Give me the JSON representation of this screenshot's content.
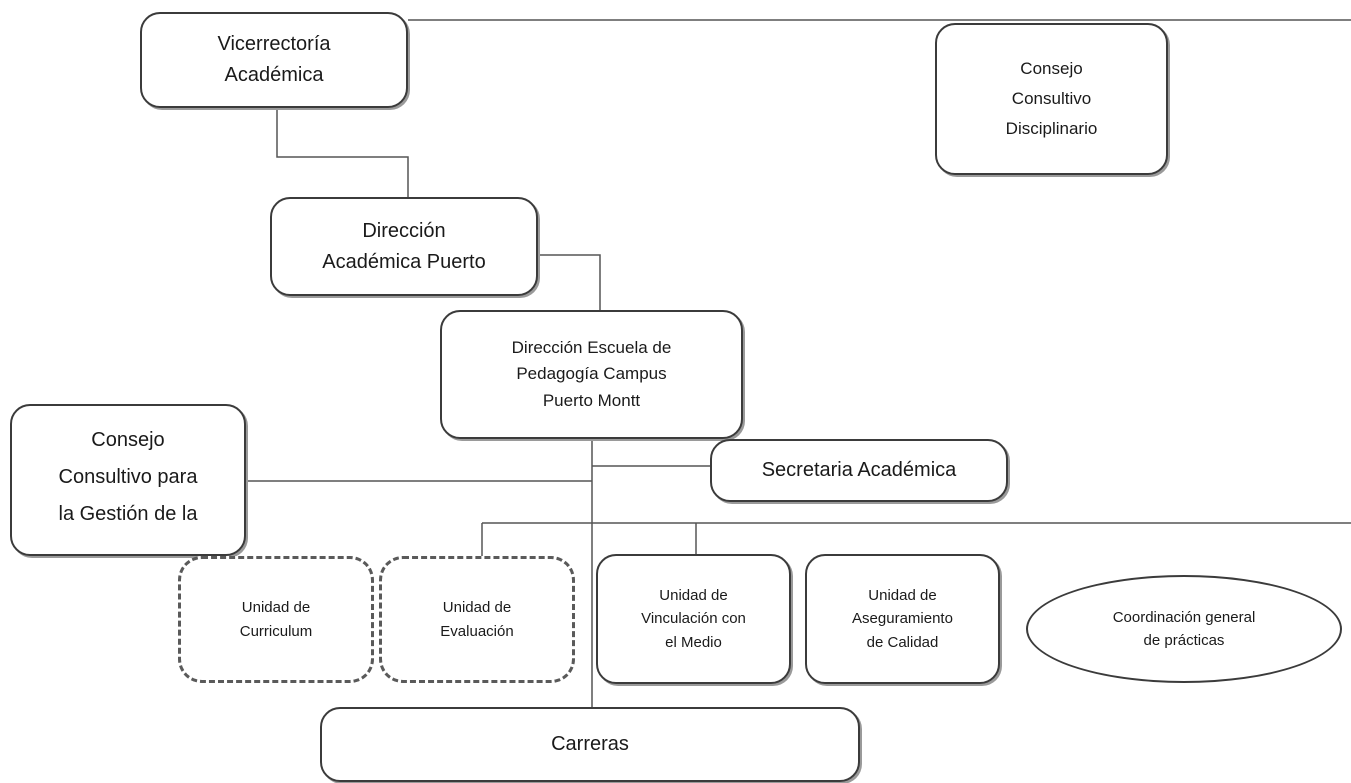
{
  "diagram": {
    "nodes": {
      "vicerrectoria": "Vicerrectoría\nAcadémica",
      "consejo_disciplinario": "Consejo\nConsultivo\nDisciplinario",
      "direccion_academica": "Dirección\nAcadémica Puerto",
      "escuela_pedagogia": "Dirección Escuela de\nPedagogía Campus\nPuerto Montt",
      "consejo_gestion": "Consejo\nConsultivo para\nla Gestión de la",
      "secretaria": "Secretaria Académica",
      "unidad_curriculum": "Unidad de\nCurriculum",
      "unidad_evaluacion": "Unidad de\nEvaluación",
      "unidad_vinculacion": "Unidad de\nVinculación con\nel Medio",
      "unidad_aseguramiento": "Unidad de\nAseguramiento\nde Calidad",
      "coordinacion_practicas": "Coordinación general\nde  prácticas",
      "carreras": "Carreras"
    }
  }
}
